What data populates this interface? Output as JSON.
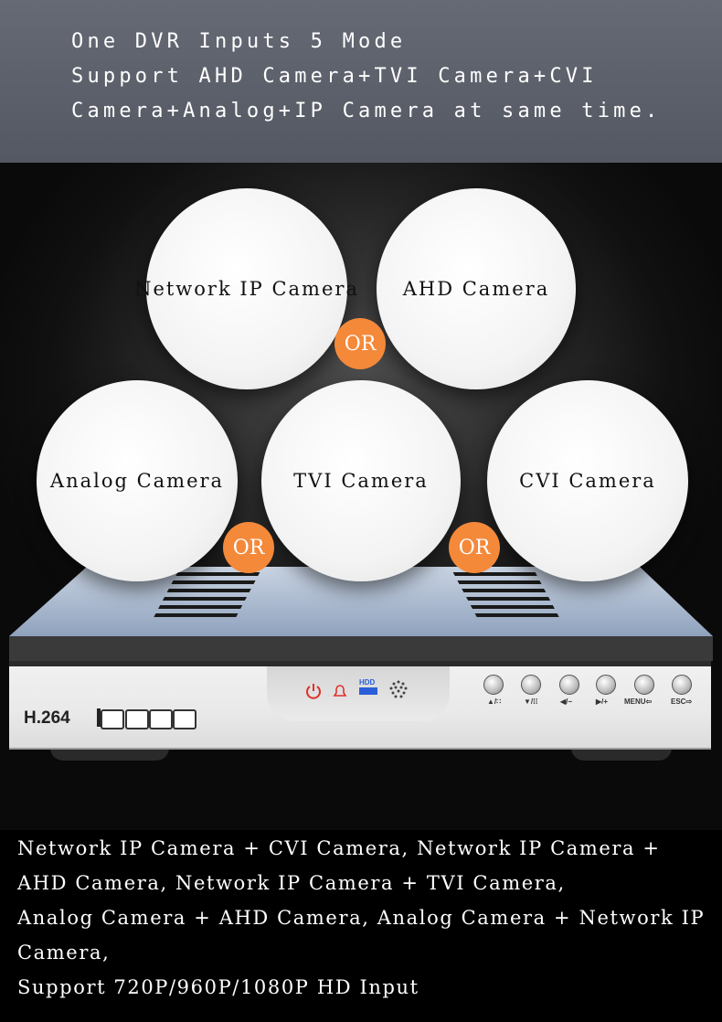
{
  "header": {
    "lines": [
      "One DVR Inputs 5 Mode",
      "Support AHD Camera+TVI Camera+CVI",
      "Camera+Analog+IP Camera at same time."
    ]
  },
  "cameras": {
    "network_ip": "Network IP Camera",
    "ahd": "AHD Camera",
    "analog": "Analog Camera",
    "tvi": "TVI Camera",
    "cvi": "CVI Camera"
  },
  "or_label": "OR",
  "device": {
    "codec": "H.264",
    "hdd_label": "HDD",
    "buttons": [
      "▲/∷",
      "▼/⁞⁞",
      "◀/−",
      "▶/+",
      "MENU⇦",
      "ESC⇨"
    ]
  },
  "footer": {
    "lines": [
      "Network IP Camera + CVI Camera, Network IP Camera +",
      "AHD Camera, Network IP Camera + TVI Camera,",
      "Analog Camera + AHD Camera, Analog Camera + Network IP",
      "Camera,",
      "Support 720P/960P/1080P HD Input"
    ]
  },
  "colors": {
    "header_bg": "#5e626c",
    "or_badge": "#f4893a",
    "power_icon": "#e0302a",
    "hdd_icon": "#2a5fd8"
  }
}
